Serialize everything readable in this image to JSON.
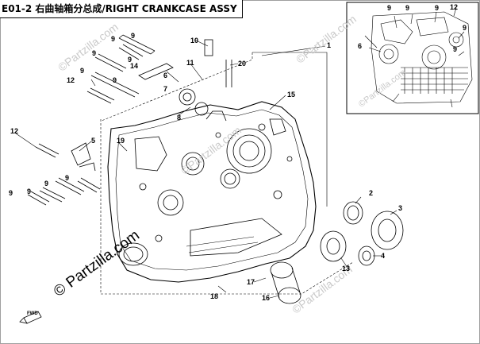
{
  "title": "E01-2  右曲轴箱分总成/RIGHT CRANKCASE ASSY",
  "watermark": "©Partzilla.com",
  "copyright": "© Partzilla.com",
  "fwd_label": "FWD",
  "callouts": [
    {
      "id": "c1",
      "text": "1"
    },
    {
      "id": "c2",
      "text": "2"
    },
    {
      "id": "c3",
      "text": "3"
    },
    {
      "id": "c4",
      "text": "4"
    },
    {
      "id": "c5",
      "text": "5"
    },
    {
      "id": "c6",
      "text": "6"
    },
    {
      "id": "c6b",
      "text": "6"
    },
    {
      "id": "c7",
      "text": "7"
    },
    {
      "id": "c8",
      "text": "8"
    },
    {
      "id": "c9a",
      "text": "9"
    },
    {
      "id": "c9b",
      "text": "9"
    },
    {
      "id": "c9c",
      "text": "9"
    },
    {
      "id": "c9d",
      "text": "9"
    },
    {
      "id": "c9e",
      "text": "9"
    },
    {
      "id": "c9f",
      "text": "9"
    },
    {
      "id": "c9g",
      "text": "9"
    },
    {
      "id": "c9h",
      "text": "9"
    },
    {
      "id": "c9i",
      "text": "9"
    },
    {
      "id": "c9j",
      "text": "9"
    },
    {
      "id": "c9k",
      "text": "9"
    },
    {
      "id": "c9l",
      "text": "9"
    },
    {
      "id": "c9m",
      "text": "9"
    },
    {
      "id": "c9n",
      "text": "9"
    },
    {
      "id": "c9o",
      "text": "9"
    },
    {
      "id": "c10",
      "text": "10"
    },
    {
      "id": "c11",
      "text": "11"
    },
    {
      "id": "c12a",
      "text": "12"
    },
    {
      "id": "c12b",
      "text": "12"
    },
    {
      "id": "c12c",
      "text": "12"
    },
    {
      "id": "c13",
      "text": "13"
    },
    {
      "id": "c14",
      "text": "14"
    },
    {
      "id": "c15",
      "text": "15"
    },
    {
      "id": "c16",
      "text": "16"
    },
    {
      "id": "c17",
      "text": "17"
    },
    {
      "id": "c18",
      "text": "18"
    },
    {
      "id": "c19",
      "text": "19"
    },
    {
      "id": "c20",
      "text": "20"
    }
  ]
}
